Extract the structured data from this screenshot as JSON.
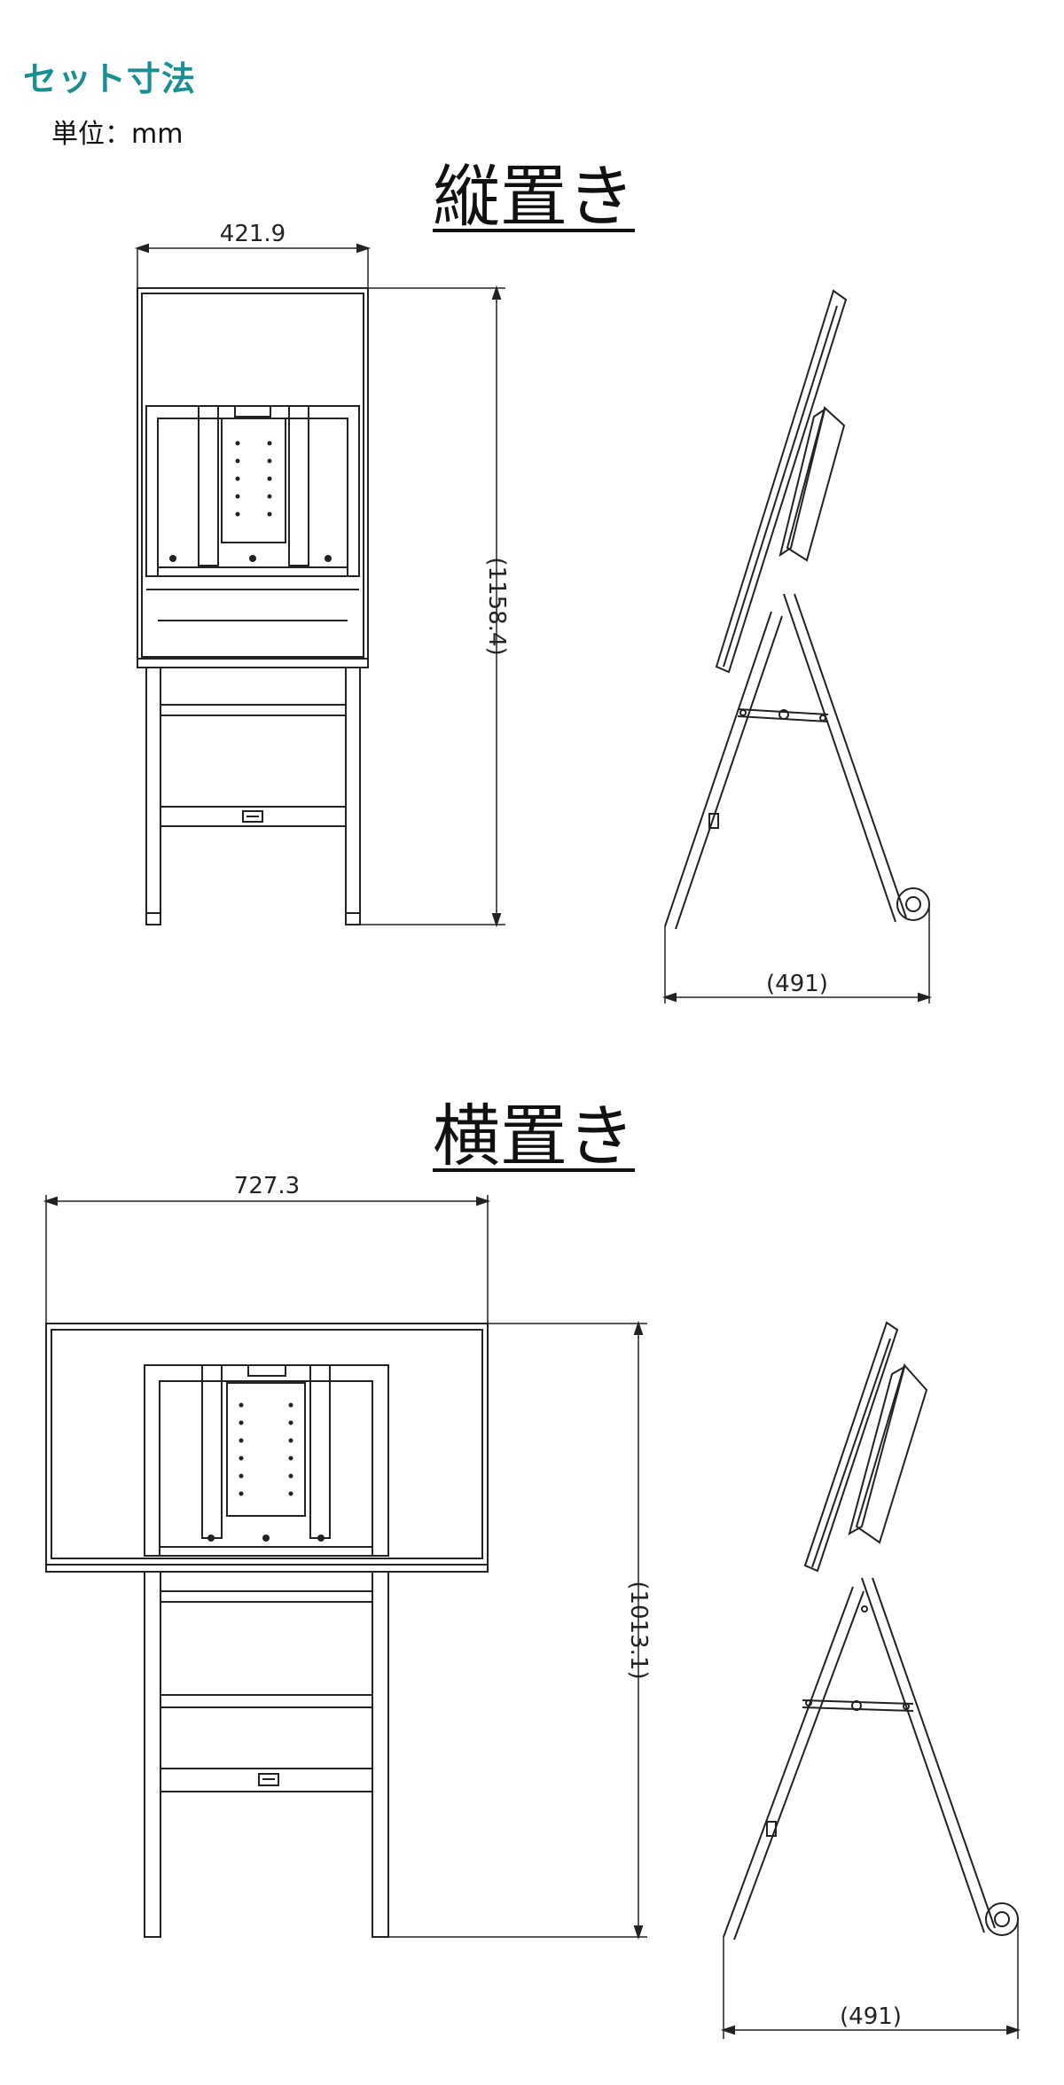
{
  "header": {
    "title": "セット寸法",
    "unit": "単位：mm"
  },
  "portrait": {
    "title": "縦置き",
    "width": "421.9",
    "height": "(1158.4)",
    "depth": "(491)"
  },
  "landscape": {
    "title": "横置き",
    "width": "727.3",
    "height": "(1013.1)",
    "depth": "(491)"
  }
}
